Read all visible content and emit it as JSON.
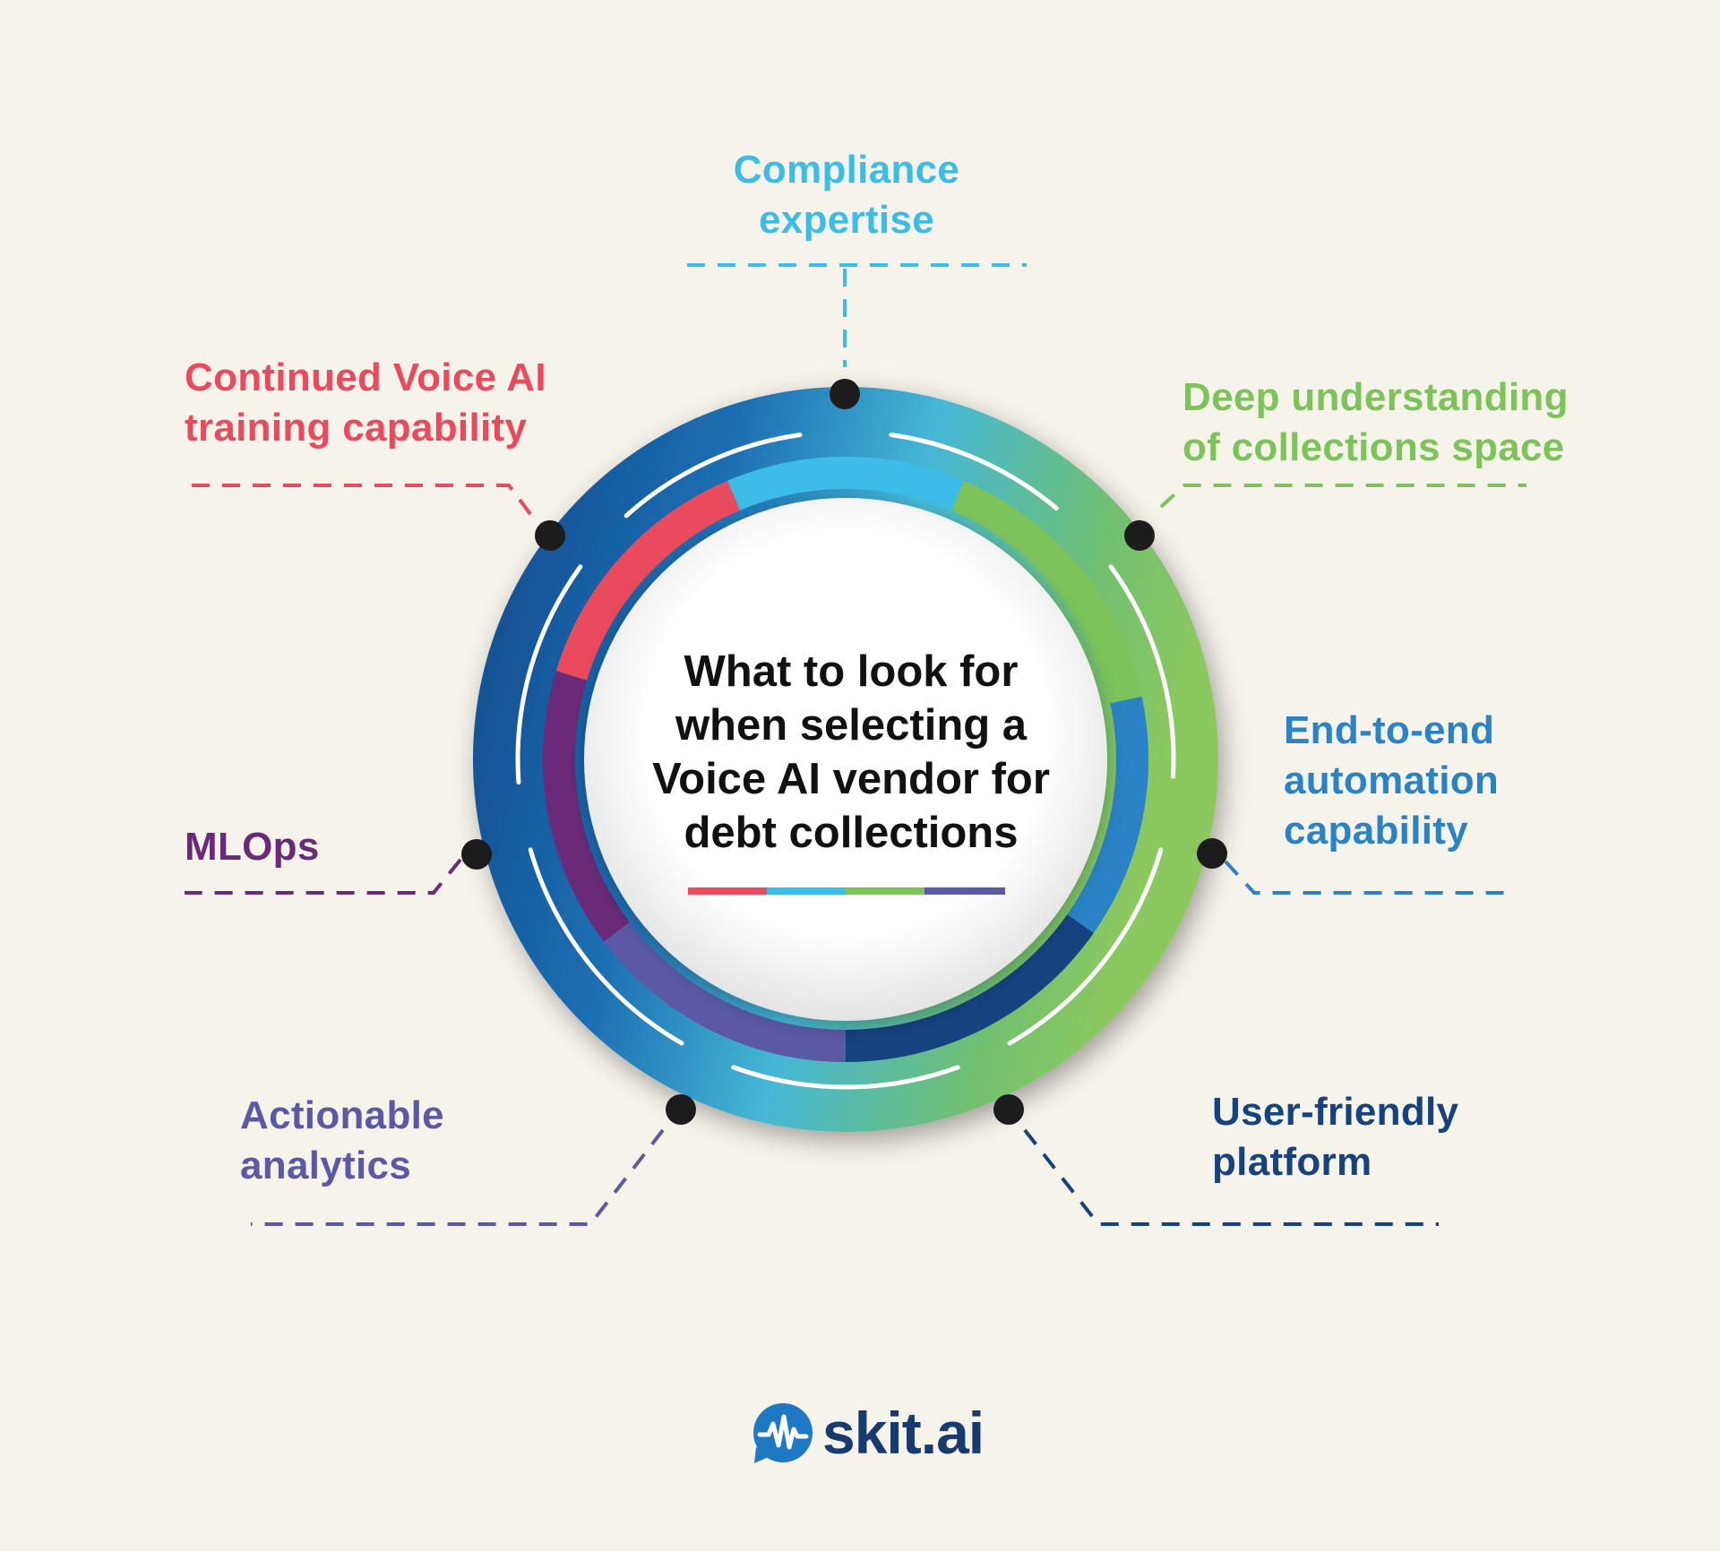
{
  "title": [
    "What to look for",
    "when selecting a",
    "Voice AI vendor for",
    "debt collections"
  ],
  "items": [
    {
      "id": "compliance",
      "lines": [
        "Compliance",
        "expertise"
      ],
      "color": "#3cbde8"
    },
    {
      "id": "collections",
      "lines": [
        "Deep understanding",
        "of collections space"
      ],
      "color": "#7cc35a"
    },
    {
      "id": "automation",
      "lines": [
        "End-to-end",
        "automation",
        "capability"
      ],
      "color": "#2a83c6"
    },
    {
      "id": "platform",
      "lines": [
        "User-friendly",
        "platform"
      ],
      "color": "#16427f"
    },
    {
      "id": "analytics",
      "lines": [
        "Actionable",
        "analytics"
      ],
      "color": "#5b59a6"
    },
    {
      "id": "mlops",
      "lines": [
        "MLOps"
      ],
      "color": "#6a2a79"
    },
    {
      "id": "training",
      "lines": [
        "Continued Voice AI",
        "training capability"
      ],
      "color": "#ea4a5d"
    }
  ],
  "brand": {
    "name": "skit.ai",
    "color": "#173a6f"
  },
  "icons": [
    "skit-logo-icon"
  ]
}
